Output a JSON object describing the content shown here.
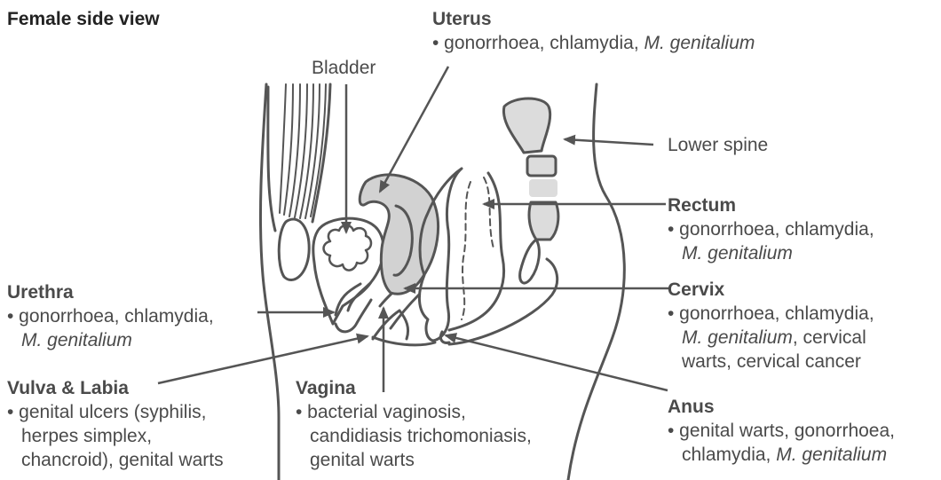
{
  "title": "Female side view",
  "labels": {
    "uterus": {
      "head": "Uterus",
      "lines": [
        [
          "• gonorrhoea, chlamydia, ",
          "M. genitalium"
        ]
      ]
    },
    "bladder": {
      "text": "Bladder"
    },
    "lower_spine": {
      "text": "Lower spine"
    },
    "rectum": {
      "head": "Rectum",
      "line1": "• gonorrhoea, chlamydia,",
      "line2_i": "M. genitalium"
    },
    "urethra": {
      "head": "Urethra",
      "line1": "• gonorrhoea, chlamydia,",
      "line2_i": "M. genitalium"
    },
    "cervix": {
      "head": "Cervix",
      "line1": "• gonorrhoea, chlamydia,",
      "line2_i": "M. genitalium",
      "line2_rest": ", cervical",
      "line3": "warts, cervical cancer"
    },
    "vulva": {
      "head": "Vulva & Labia",
      "line1": "• genital ulcers (syphilis,",
      "line2": "herpes simplex,",
      "line3": "chancroid), genital warts"
    },
    "vagina": {
      "head": "Vagina",
      "line1": "• bacterial vaginosis,",
      "line2": "candidiasis trichomoniasis,",
      "line3": "genital warts"
    },
    "anus": {
      "head": "Anus",
      "line1": "• genital warts, gonorrhoea,",
      "line2_i": "chlamydia, ",
      "line2_b": "M. genitalium"
    }
  },
  "colors": {
    "stroke": "#555555",
    "organ_fill": "#d2d2d2",
    "spine_fill": "#dcdcdc"
  }
}
